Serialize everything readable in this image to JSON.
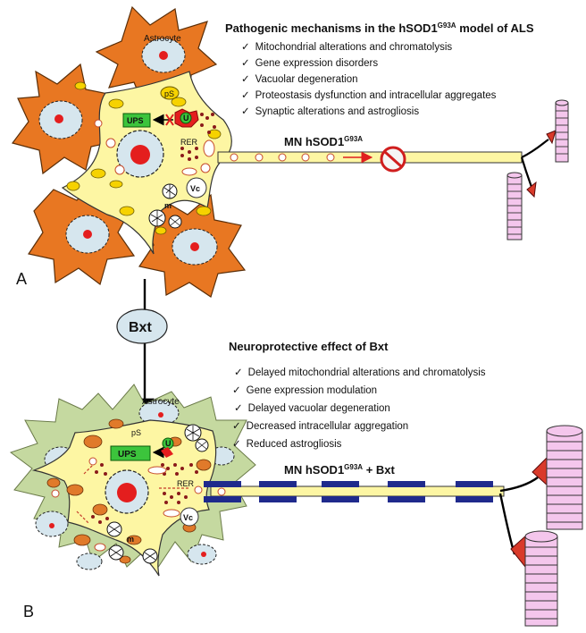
{
  "panel_a": {
    "letter": "A",
    "title_prefix": "Pathogenic mechanisms in the hSOD1",
    "title_sup": "G93A",
    "title_suffix": " model of ALS",
    "bullets": [
      "Mitochondrial alterations and chromatolysis",
      "Gene expression disorders",
      "Vacuolar degeneration",
      "Proteostasis dysfunction and intracellular aggregates",
      "Synaptic alterations and astrogliosis"
    ],
    "mn_prefix": "MN hSOD1",
    "mn_sup": "G93A",
    "labels": {
      "astrocyte": "Astrocyte",
      "ps": "pS",
      "ups": "UPS",
      "u": "U",
      "rer": "RER",
      "vc": "Vc",
      "m": "m"
    }
  },
  "treatment": {
    "label": "Bxt"
  },
  "panel_b": {
    "letter": "B",
    "title": "Neuroprotective effect of Bxt",
    "bullets": [
      "Delayed mitochondrial alterations and chromatolysis",
      "Gene expression modulation",
      "Delayed vacuolar degeneration",
      "Decreased intracellular aggregation",
      "Reduced astrogliosis"
    ],
    "mn_prefix": "MN hSOD1",
    "mn_sup": "G93A",
    "mn_suffix": " + Bxt",
    "labels": {
      "astrocyte": "Astrocyte",
      "ps": "pS",
      "ups": "UPS",
      "u": "U",
      "rer": "RER",
      "vc": "Vc",
      "m": "m"
    }
  },
  "check_glyph": "✓",
  "colors": {
    "astrocyte_a": "#e87722",
    "astrocyte_b": "#c5d9a0",
    "neuron": "#fdf6a3",
    "nucleus": "#d6e6ee",
    "nucleolus": "#e41e1e",
    "ups": "#3cc43c",
    "myelin": "#1f2a8c",
    "muscle": "#f4c6ec",
    "synapse": "#d93a2a"
  }
}
